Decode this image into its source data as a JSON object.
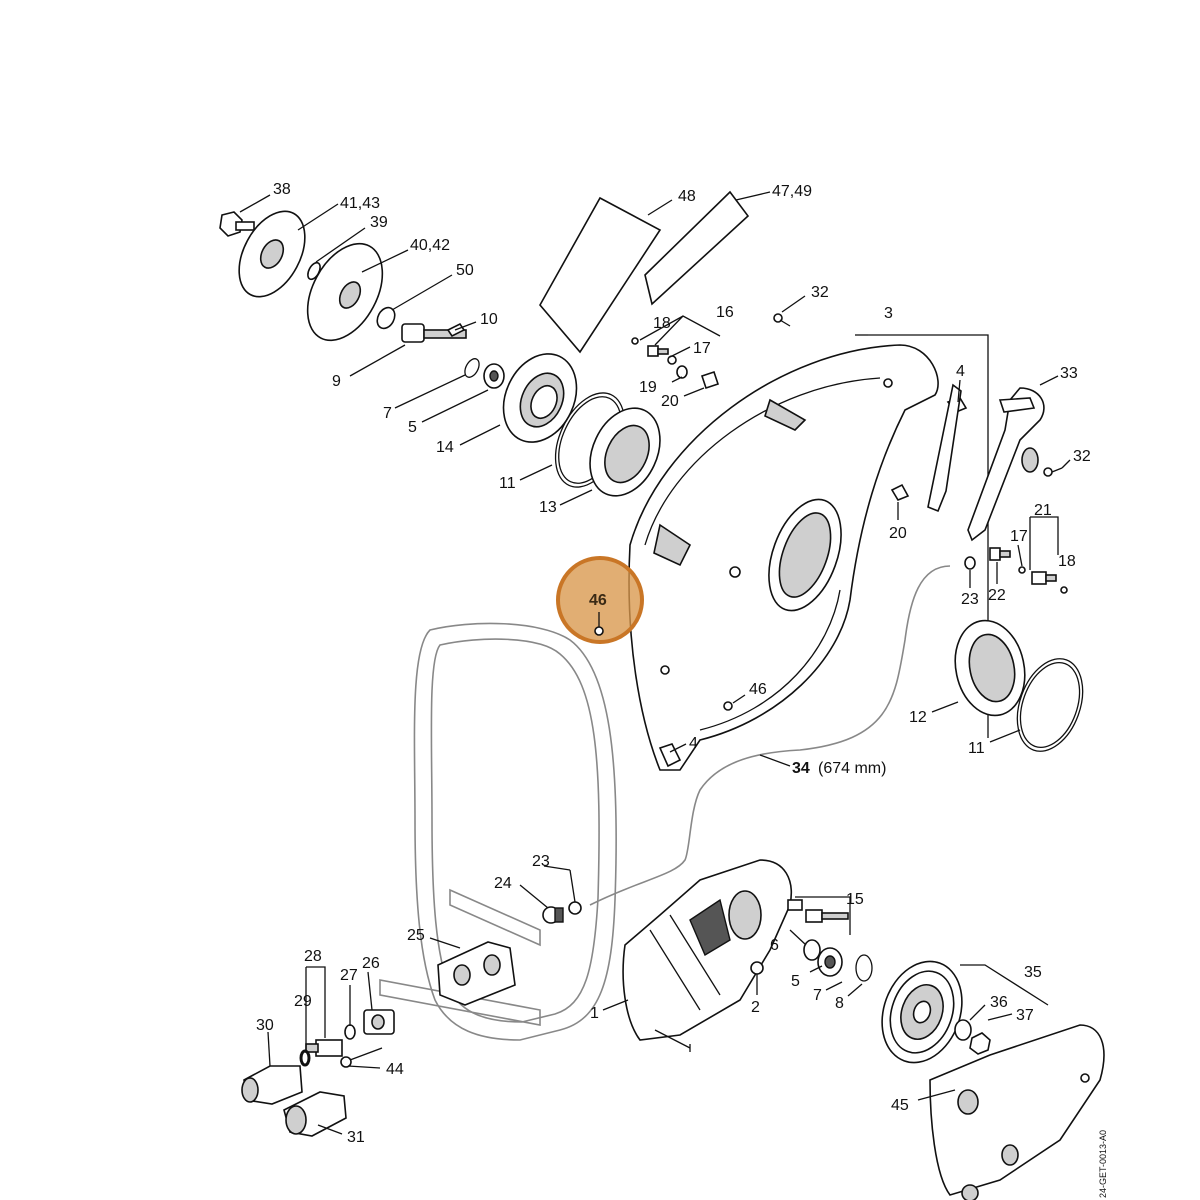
{
  "diagram": {
    "doc_code": "24-GET-0013-A0",
    "highlight": {
      "part": "46",
      "color": "#d9974b"
    },
    "labels": {
      "l38": "38",
      "l41_43": "41,43",
      "l39": "39",
      "l40_42": "40,42",
      "l50": "50",
      "l10": "10",
      "l9": "9",
      "l7a": "7",
      "l5a": "5",
      "l14": "14",
      "l11a": "11",
      "l13": "13",
      "l48": "48",
      "l47_49": "47,49",
      "l32a": "32",
      "l3": "3",
      "l18a": "18",
      "l16": "16",
      "l17a": "17",
      "l19": "19",
      "l20a": "20",
      "l4a": "4",
      "l33": "33",
      "l32b": "32",
      "l20b": "20",
      "l21": "21",
      "l17b": "17",
      "l18b": "18",
      "l23a": "23",
      "l22": "22",
      "l46a": "46",
      "l46b": "46",
      "l12": "12",
      "l11b": "11",
      "l4b": "4",
      "l34": "34",
      "l34_len": "(674 mm)",
      "l23b": "23",
      "l24": "24",
      "l25": "25",
      "l15": "15",
      "l6": "6",
      "l5b": "5",
      "l7b": "7",
      "l8": "8",
      "l2": "2",
      "l1": "1",
      "l35": "35",
      "l36": "36",
      "l37": "37",
      "l45": "45",
      "l28": "28",
      "l29": "29",
      "l27": "27",
      "l26": "26",
      "l30": "30",
      "l44": "44",
      "l31": "31"
    }
  }
}
